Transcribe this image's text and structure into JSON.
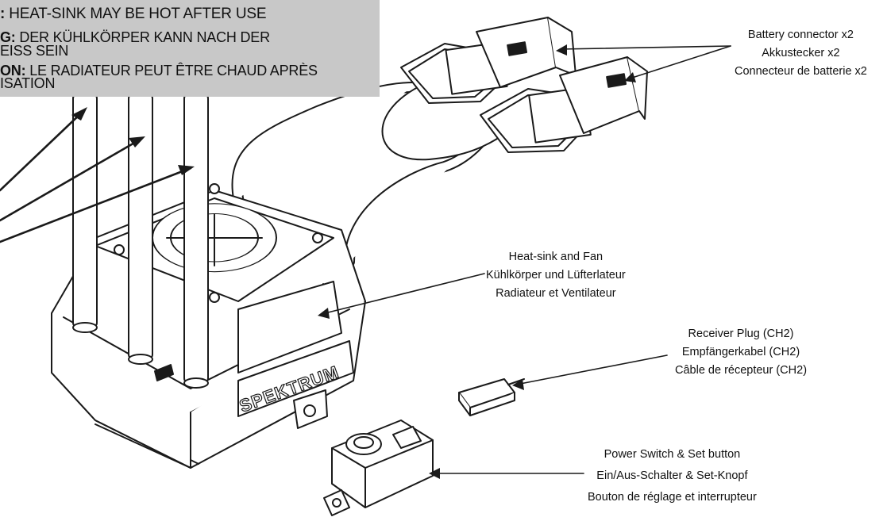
{
  "warning": {
    "lines": [
      {
        "prefix": ":",
        "text": " HEAT-SINK MAY BE HOT AFTER USE"
      },
      {
        "prefix": "G:",
        "text": " DER KÜHLKÖRPER KANN NACH DER"
      },
      {
        "prefix": "",
        "text": "EISS SEIN"
      },
      {
        "prefix": "ON:",
        "text": " LE RADIATEUR PEUT ÊTRE CHAUD APRÈS"
      },
      {
        "prefix": "",
        "text": "ISATION"
      }
    ]
  },
  "callouts": {
    "battery": {
      "en": "Battery connector x2",
      "de": "Akkustecker x2",
      "fr": "Connecteur de batterie x2"
    },
    "heatsink": {
      "en": "Heat-sink and Fan",
      "de": "Kühlkörper und Lüfterlateur",
      "fr": "Radiateur et Ventilateur"
    },
    "receiver": {
      "en": "Receiver Plug (CH2)",
      "de": "Empfängerkabel (CH2)",
      "fr": "Câble de récepteur (CH2)"
    },
    "power": {
      "en": "Power Switch & Set button",
      "de": "Ein/Aus-Schalter & Set-Knopf",
      "fr": "Bouton de réglage et interrupteur"
    }
  },
  "esc": {
    "brand": "SPEKTRUM"
  },
  "colors": {
    "line": "#1a1a1a",
    "panel": "#c8c8c8",
    "fill": "#ffffff"
  }
}
